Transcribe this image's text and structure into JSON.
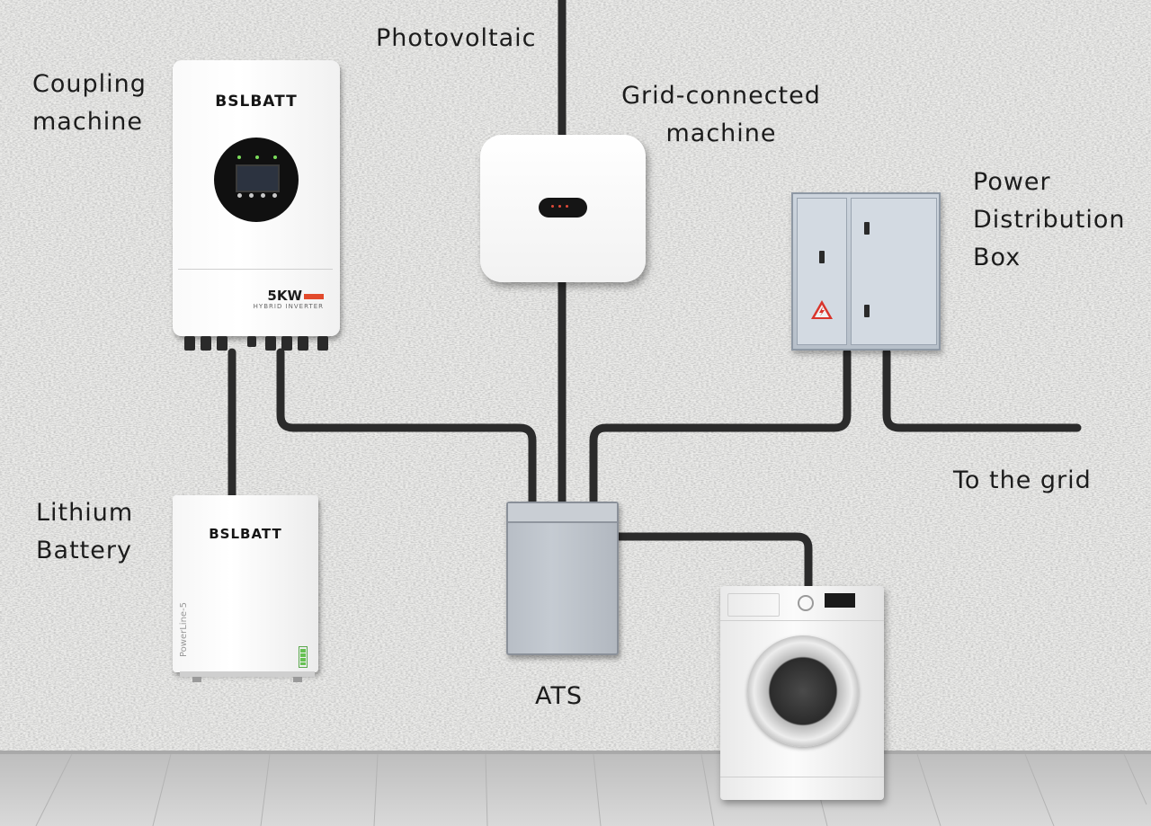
{
  "labels": {
    "coupling_machine": [
      "Coupling",
      "machine"
    ],
    "photovoltaic": "Photovoltaic",
    "grid_connected_machine": [
      "Grid-connected",
      "machine"
    ],
    "power_distribution_box": [
      "Power",
      "Distribution",
      "Box"
    ],
    "to_the_grid": "To the grid",
    "lithium_battery": [
      "Lithium",
      "Battery"
    ],
    "ats": "ATS"
  },
  "devices": {
    "inverter": {
      "brand": "BSLBATT",
      "rating": "5KW",
      "subtitle": "HYBRID INVERTER"
    },
    "battery": {
      "brand": "BSLBATT",
      "model": "PowerLine-5"
    }
  },
  "colors": {
    "wire": "#2b2b2b",
    "wall": "#e9e9e7",
    "floor": "#c9c9c9",
    "label_text": "#1c1c1c",
    "brand_accent": "#e24a2c",
    "ats_body": "#bfc5cc",
    "distribution_box": "#c3cbd4"
  }
}
